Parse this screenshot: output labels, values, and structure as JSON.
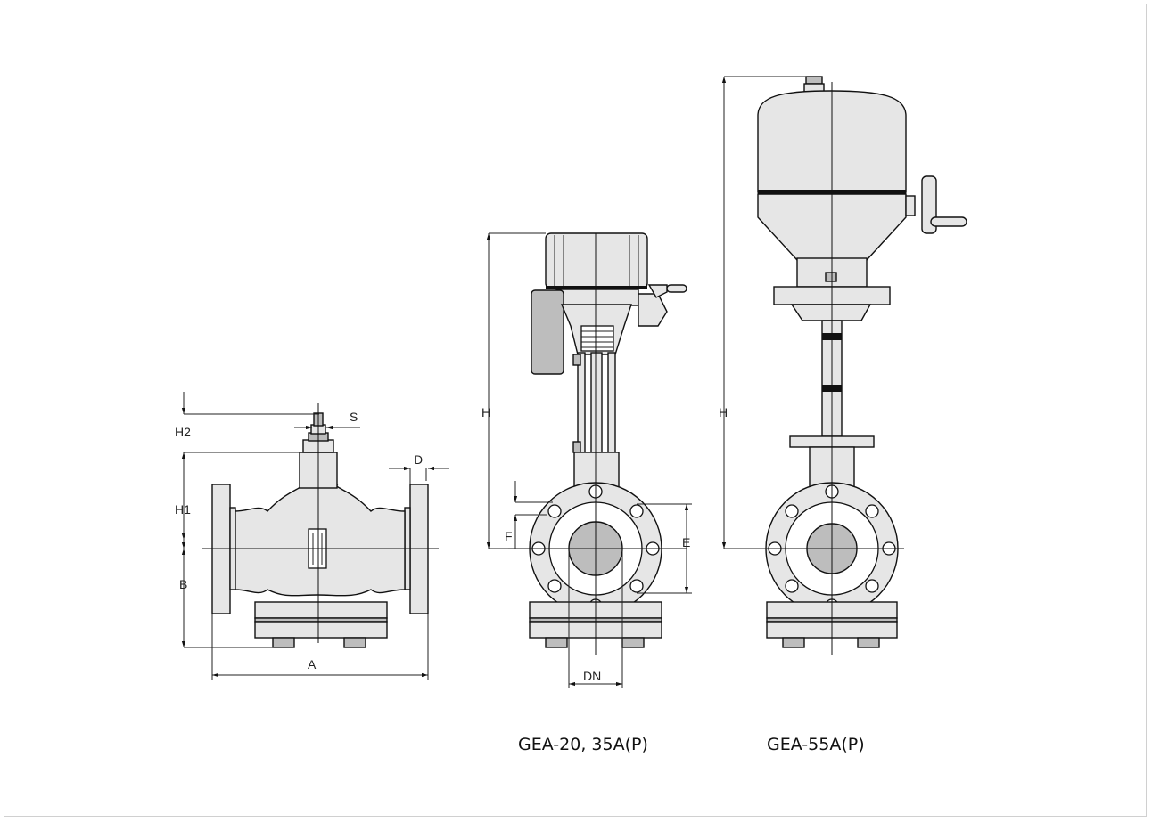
{
  "labels": {
    "h2": "H2",
    "s": "S",
    "h1": "H1",
    "d": "D",
    "b": "B",
    "a": "A",
    "h_middle": "H",
    "f": "F",
    "e": "E",
    "dn": "DN",
    "h_right": "H"
  },
  "captions": {
    "middle": "GEA-20, 35A(P)",
    "right": "GEA-55A(P)"
  },
  "colors": {
    "body_fill": "#e6e6e6",
    "dark_fill": "#bdbdbd",
    "line": "#111111"
  }
}
